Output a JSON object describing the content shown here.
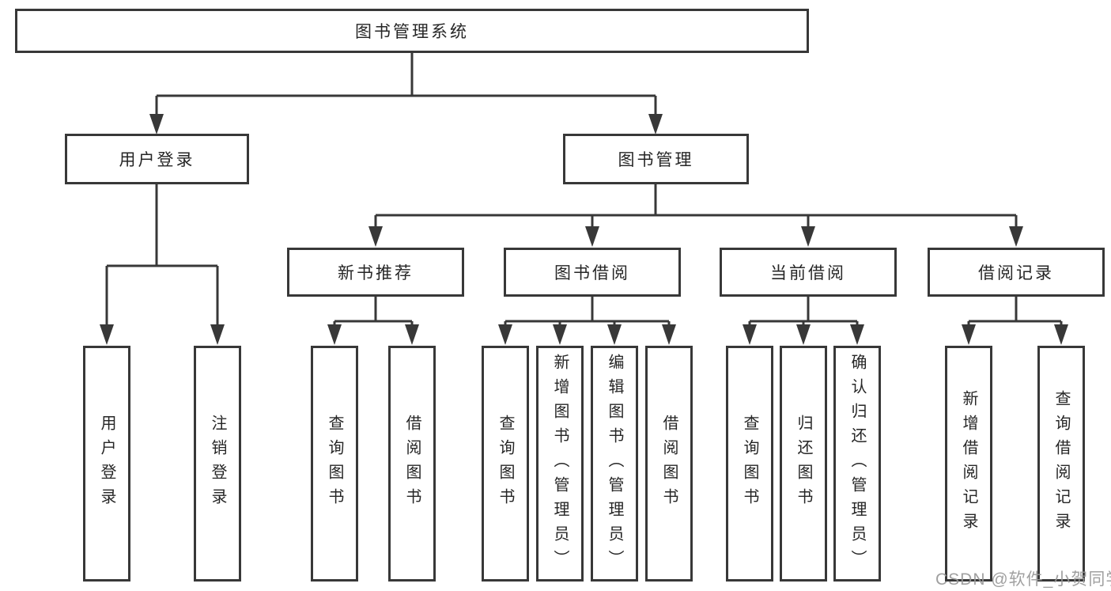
{
  "diagram_title": "图书管理系统",
  "tree": {
    "root": "图书管理系统",
    "children": [
      {
        "label": "用户登录",
        "children": [
          {
            "label": "用户登录"
          },
          {
            "label": "注销登录"
          }
        ]
      },
      {
        "label": "图书管理",
        "children": [
          {
            "label": "新书推荐",
            "children": [
              {
                "label": "查询图书"
              },
              {
                "label": "借阅图书"
              }
            ]
          },
          {
            "label": "图书借阅",
            "children": [
              {
                "label": "查询图书"
              },
              {
                "label": "新增图书（管理员）"
              },
              {
                "label": "编辑图书（管理员）"
              },
              {
                "label": "借阅图书"
              }
            ]
          },
          {
            "label": "当前借阅",
            "children": [
              {
                "label": "查询图书"
              },
              {
                "label": "归还图书"
              },
              {
                "label": "确认归还（管理员）"
              }
            ]
          },
          {
            "label": "借阅记录",
            "children": [
              {
                "label": "新增借阅记录"
              },
              {
                "label": "查询借阅记录"
              }
            ]
          }
        ]
      }
    ]
  },
  "watermark": {
    "text": "CSDN @软件_小贺同学"
  },
  "colors": {
    "line": "#383838",
    "border": "#383838",
    "text": "#262626",
    "watermark": "#989898",
    "background": "#ffffff"
  }
}
